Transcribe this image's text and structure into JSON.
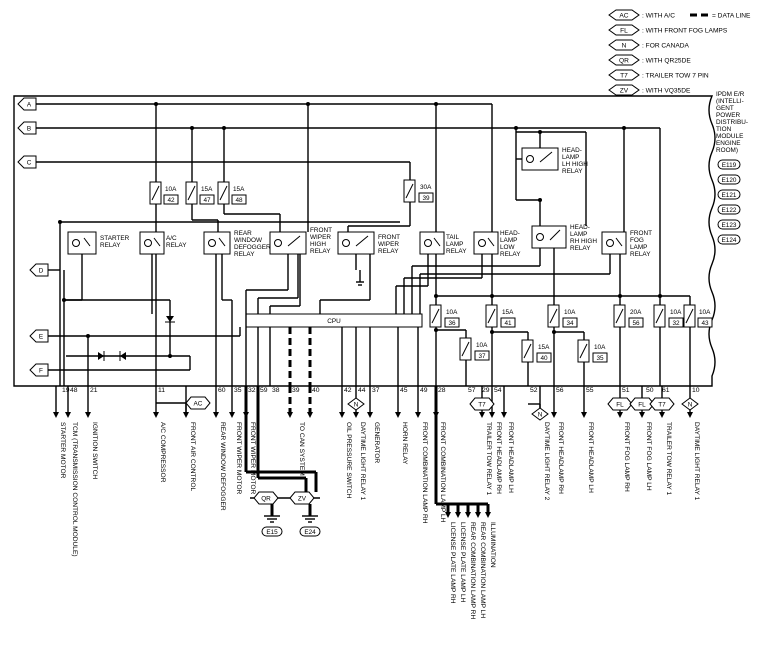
{
  "legend": [
    {
      "code": "AC",
      "text": ": WITH A/C"
    },
    {
      "code": "FL",
      "text": ": WITH FRONT FOG LAMPS"
    },
    {
      "code": "N",
      "text": ": FOR CANADA"
    },
    {
      "code": "QR",
      "text": ": WITH QR25DE"
    },
    {
      "code": "T7",
      "text": ": TRAILER TOW 7 PIN"
    },
    {
      "code": "ZV",
      "text": ": WITH VQ35DE"
    }
  ],
  "data_line_label": "= DATA LINE",
  "module": {
    "title_lines": [
      "IPDM E/R",
      "(INTELLI-",
      "GENT",
      "POWER",
      "DISTRIBU-",
      "TION",
      "MODULE",
      "ENGINE",
      "ROOM)"
    ],
    "connectors": [
      "E119",
      "E120",
      "E121",
      "E122",
      "E123",
      "E124"
    ]
  },
  "inputs": [
    "A",
    "B",
    "C",
    "D",
    "E",
    "F"
  ],
  "cpu_label": "CPU",
  "fuses": [
    {
      "amp": "10A",
      "num": "42"
    },
    {
      "amp": "15A",
      "num": "47"
    },
    {
      "amp": "15A",
      "num": "48"
    },
    {
      "amp": "30A",
      "num": "39"
    },
    {
      "amp": "10A",
      "num": "36"
    },
    {
      "amp": "15A",
      "num": "41"
    },
    {
      "amp": "10A",
      "num": "34"
    },
    {
      "amp": "20A",
      "num": "56"
    },
    {
      "amp": "10A",
      "num": "32"
    },
    {
      "amp": "10A",
      "num": "43"
    },
    {
      "amp": "10A",
      "num": "37"
    },
    {
      "amp": "15A",
      "num": "40"
    },
    {
      "amp": "10A",
      "num": "35"
    }
  ],
  "relays": [
    {
      "lines": [
        "STARTER",
        "RELAY"
      ]
    },
    {
      "lines": [
        "A/C",
        "RELAY"
      ]
    },
    {
      "lines": [
        "REAR",
        "WINDOW",
        "DEFOGGER",
        "RELAY"
      ]
    },
    {
      "lines": [
        "FRONT",
        "WIPER",
        "HIGH",
        "RELAY"
      ]
    },
    {
      "lines": [
        "FRONT",
        "WIPER",
        "RELAY"
      ]
    },
    {
      "lines": [
        "TAIL",
        "LAMP",
        "RELAY"
      ]
    },
    {
      "lines": [
        "HEAD-",
        "LAMP",
        "LOW",
        "RELAY"
      ]
    },
    {
      "lines": [
        "HEAD-",
        "LAMP",
        "RH HIGH",
        "RELAY"
      ]
    },
    {
      "lines": [
        "HEAD-",
        "LAMP",
        "LH HIGH",
        "RELAY"
      ]
    },
    {
      "lines": [
        "FRONT",
        "FOG",
        "LAMP",
        "RELAY"
      ]
    }
  ],
  "pins": [
    "19",
    "48",
    "21",
    "11",
    "60",
    "35",
    "32",
    "59",
    "38",
    "39",
    "40",
    "42",
    "44",
    "37",
    "45",
    "49",
    "28",
    "57",
    "29",
    "54",
    "52",
    "56",
    "55",
    "51",
    "50",
    "61",
    "10"
  ],
  "outputs": [
    "STARTER MOTOR",
    "TCM (TRANSMISSION CONTROL MODULE)",
    "IGNITION SWITCH",
    "A/C COMPRESSOR",
    "FRONT AIR CONTROL",
    "REAR WINDOW DEFOGGER",
    "FRONT WIPER MOTOR",
    "FRONT WIPER MOTOR",
    "TO CAN SYSTEM",
    "OIL PRESSURE SWITCH",
    "DAYTIME LIGHT RELAY 1",
    "GENERATOR",
    "HORN RELAY",
    "FRONT COMBINATION LAMP RH",
    "FRONT COMBINATION LAMP LH",
    "TRAILER TOW RELAY 1",
    "FRONT HEADLAMP RH",
    "FRONT HEADLAMP LH",
    "DAYTIME LIGHT RELAY 2",
    "FRONT HEADLAMP RH",
    "FRONT HEADLAMP LH",
    "FRONT FOG LAMP RH",
    "FRONT FOG LAMP LH",
    "TRAILER TOW RELAY 1",
    "DAYTIME LIGHT RELAY 1"
  ],
  "bottom_outputs": [
    "LICENSE PLATE LAMP RH",
    "LICENSE PLATE LAMP LH",
    "REAR COMBINATION LAMP RH",
    "REAR COMBINATION LAMP LH",
    "ILLUMINATION"
  ],
  "grounds": [
    "E15",
    "E24"
  ],
  "ground_tags": [
    "QR",
    "ZV"
  ],
  "option_tags": [
    "AC",
    "N",
    "T7",
    "N",
    "FL",
    "FL",
    "T7",
    "N"
  ]
}
